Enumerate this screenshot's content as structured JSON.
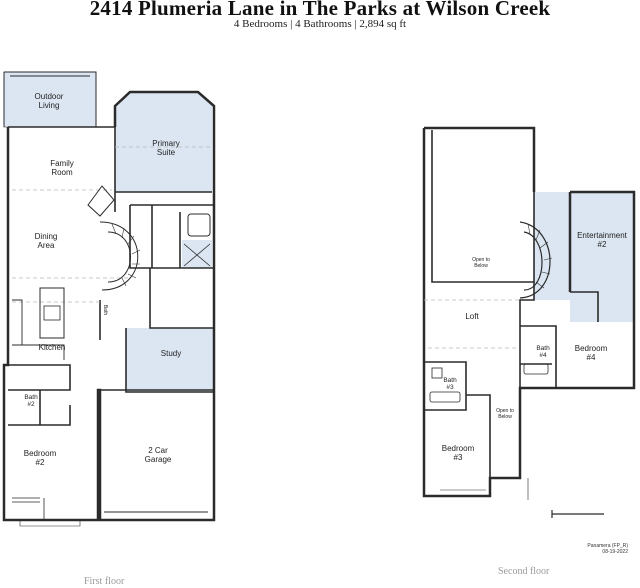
{
  "header": {
    "title": "2414 Plumeria Lane in The Parks at Wilson Creek",
    "subtitle": "4 Bedrooms | 4 Bathrooms | 2,894 sq ft"
  },
  "colors": {
    "wall": "#2b2b2b",
    "highlight": "#dce6f2",
    "guide": "#b8b8b8",
    "floor_label": "#9a9a9a"
  },
  "first_floor": {
    "label": "First floor",
    "rooms": {
      "outdoor_living": [
        "Outdoor",
        "Living"
      ],
      "family_room": [
        "Family",
        "Room"
      ],
      "primary_suite": [
        "Primary",
        "Suite"
      ],
      "dining_area": [
        "Dining",
        "Area"
      ],
      "kitchen": "Kitchen",
      "study": "Study",
      "bath2": [
        "Bath",
        "#2"
      ],
      "bedroom2": [
        "Bedroom",
        "#2"
      ],
      "garage": [
        "2 Car",
        "Garage"
      ],
      "bath": "Bath"
    }
  },
  "second_floor": {
    "label": "Second floor",
    "rooms": {
      "entertainment2": [
        "Entertainment",
        "#2"
      ],
      "open_to_below_top": [
        "Open to",
        "Below"
      ],
      "loft": "Loft",
      "bath4": [
        "Bath",
        "#4"
      ],
      "bedroom4": [
        "Bedroom",
        "#4"
      ],
      "bath3": [
        "Bath",
        "#3"
      ],
      "open_to_below_bottom": [
        "Open to",
        "Below"
      ],
      "bedroom3": [
        "Bedroom",
        "#3"
      ]
    },
    "plan_code": "Panamera (FP_R)",
    "plan_date": "08-19-2022"
  }
}
